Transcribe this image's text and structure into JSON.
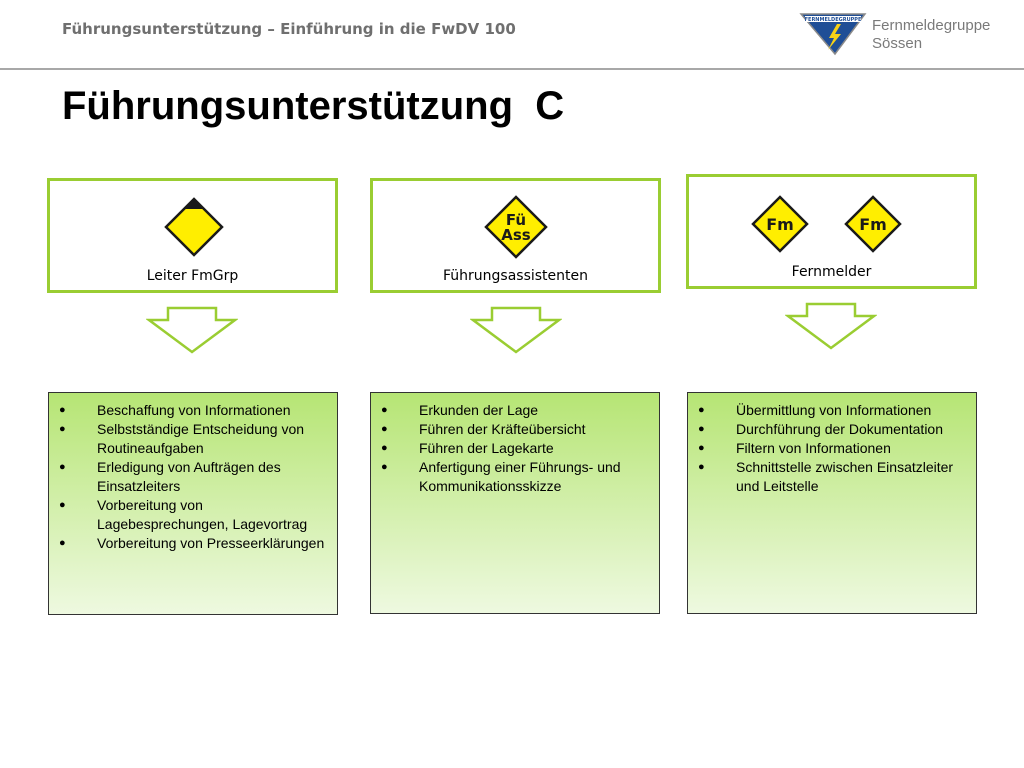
{
  "header": {
    "title": "Führungsunterstützung – Einführung in die FwDV 100",
    "org_line1": "Fernmeldegruppe",
    "org_line2": "Sössen",
    "logo_text": "FERNMELDEGRUPPE"
  },
  "slide": {
    "title": "Führungsunterstützung  C"
  },
  "roles": [
    {
      "label": "Leiter FmGrp",
      "sign": "yellow-diamond-black-tip",
      "tasks": [
        "Beschaffung von Informationen",
        "Selbstständige Entscheidung von Routineaufgaben",
        "Erledigung von Aufträgen des Einsatzleiters",
        "Vorbereitung von Lagebesprechungen, Lagevortrag",
        "Vorbereitung von Presseerklärungen"
      ]
    },
    {
      "label": "Führungsassistenten",
      "sign_line1": "Fü",
      "sign_line2": "Ass",
      "tasks": [
        "Erkunden der Lage",
        "Führen der Kräfteübersicht",
        "Führen der Lagekarte",
        "Anfertigung einer Führungs- und Kommunikationsskizze"
      ]
    },
    {
      "label": "Fernmelder",
      "sign_text_1": "Fm",
      "sign_text_2": "Fm",
      "tasks": [
        "Übermittlung von Informationen",
        "Durchführung der Dokumentation",
        "Filtern von Informationen",
        "Schnittstelle zwischen Einsatzleiter und Leitstelle"
      ]
    }
  ],
  "colors": {
    "box_border": "#9acd32",
    "sign_fill": "#ffee00",
    "sign_border": "#1a1a1a",
    "logo_blue": "#1f4e96",
    "logo_bolt": "#f7d117"
  }
}
